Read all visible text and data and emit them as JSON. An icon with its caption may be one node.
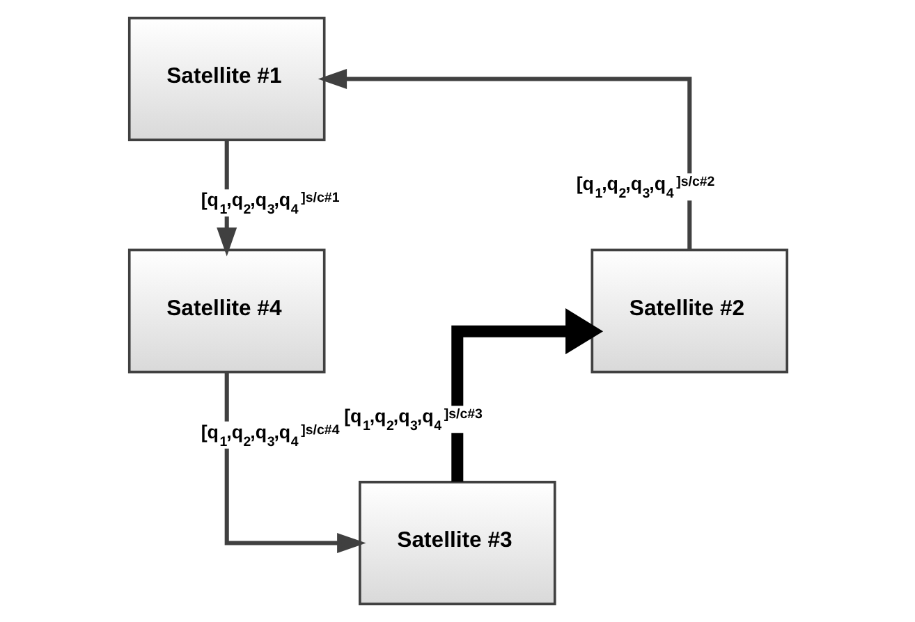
{
  "diagram": {
    "nodes": [
      {
        "text": [
          "Satellite #1"
        ]
      },
      {
        "text": [
          "Satellite #4"
        ]
      },
      {
        "text": [
          "Satellite #2"
        ]
      },
      {
        "text": [
          "Satellite #3"
        ]
      }
    ],
    "edges": [
      {
        "from": 0,
        "to": 1,
        "arrow": "to",
        "label": "[q$_{1}$,q$_{2}$,q$_{3}$,q$_{4}$]$^{s/c#1}$"
      },
      {
        "from": 2,
        "to": 0,
        "arrow": "to",
        "label": "[q$_{1}$,q$_{2}$,q$_{3}$,q$_{4}$]$^{s/c#2}$"
      },
      {
        "from": 3,
        "to": 2,
        "arrow": "to",
        "label": "[q$_{1}$,q$_{2}$,q$_{3}$,q$_{4}$]$^{s/c#3}$",
        "style": "thick",
        "color": "#000000"
      },
      {
        "from": 1,
        "to": 3,
        "arrow": "to",
        "label": "[q$_{1}$,q$_{2}$,q$_{3}$,q$_{4}$]$^{s/c#4}$"
      }
    ]
  }
}
